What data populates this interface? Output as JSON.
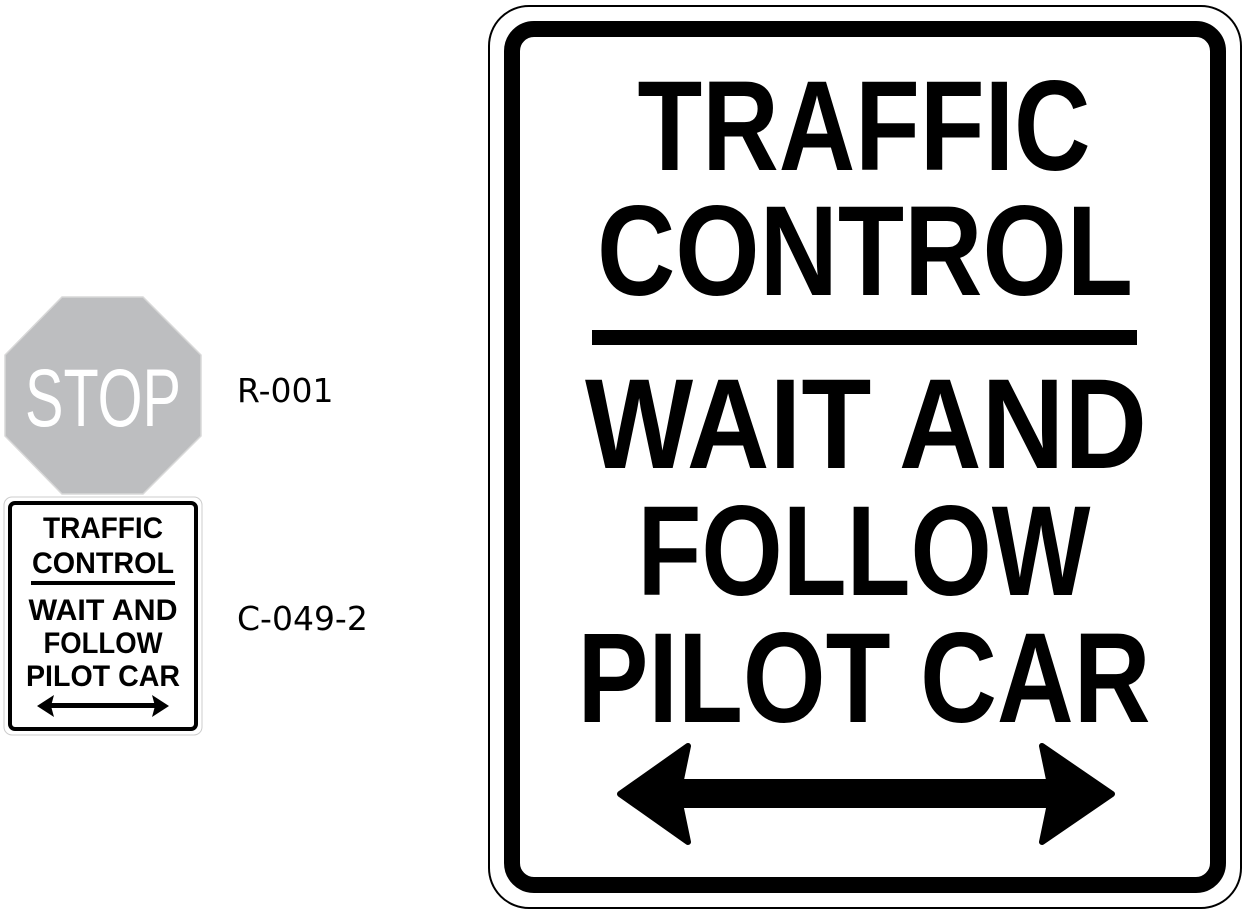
{
  "stop_sign": {
    "text": "STOP",
    "code": "R-001",
    "fill_color": "#bdbec0"
  },
  "pilot_sign": {
    "code": "C-049-2",
    "lines_top": [
      "TRAFFIC",
      "CONTROL"
    ],
    "lines_bottom": [
      "WAIT AND",
      "FOLLOW",
      "PILOT CAR"
    ],
    "arrow": "double-headed-arrow"
  }
}
